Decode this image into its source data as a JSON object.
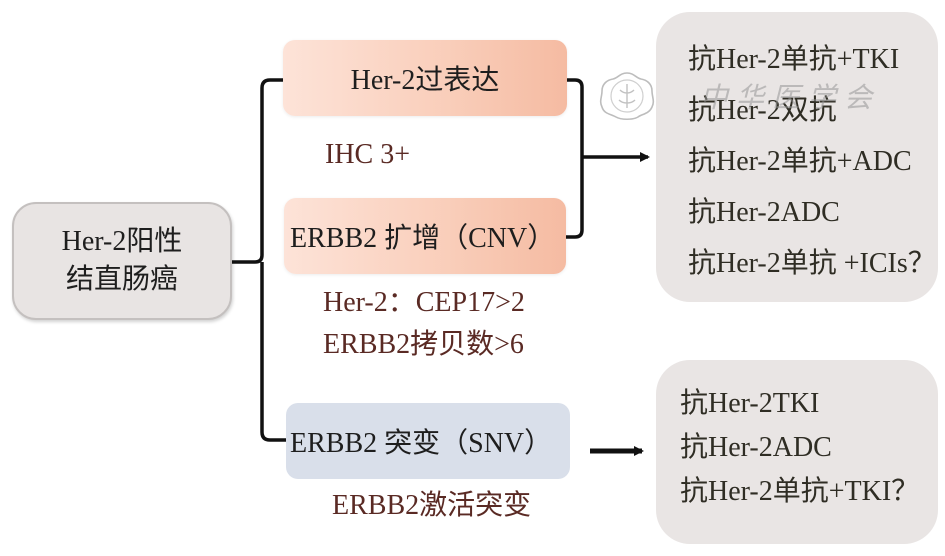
{
  "root": {
    "line1": "Her-2阳性",
    "line2": "结直肠癌"
  },
  "branches": [
    {
      "label": "Her-2过表达",
      "criteria": [
        "IHC 3+"
      ]
    },
    {
      "label": "ERBB2 扩增（CNV）",
      "criteria": [
        "Her-2：CEP17>2",
        "ERBB2拷贝数>6"
      ]
    },
    {
      "label": "ERBB2 突变（SNV）",
      "criteria": [
        "ERBB2激活突变"
      ]
    }
  ],
  "therapies": {
    "her2_overexpression_amplification": [
      "抗Her-2单抗+TKI",
      "抗Her-2双抗",
      "抗Her-2单抗+ADC",
      "抗Her-2ADC",
      "抗Her-2单抗 +ICIs？"
    ],
    "erbb2_mutation": [
      "抗Her-2TKI",
      "抗Her-2ADC",
      "抗Her-2单抗+TKI？"
    ]
  },
  "watermark": {
    "icon": "society-seal-icon",
    "text": "中华医学会"
  },
  "colors": {
    "root_fill": "#e8e4e3",
    "orange_fill": "#f9cdb9",
    "blue_fill": "#d9dfea",
    "therapy_fill": "#e9e5e4",
    "criteria_text": "#5a2a24",
    "connector": "#111111"
  }
}
